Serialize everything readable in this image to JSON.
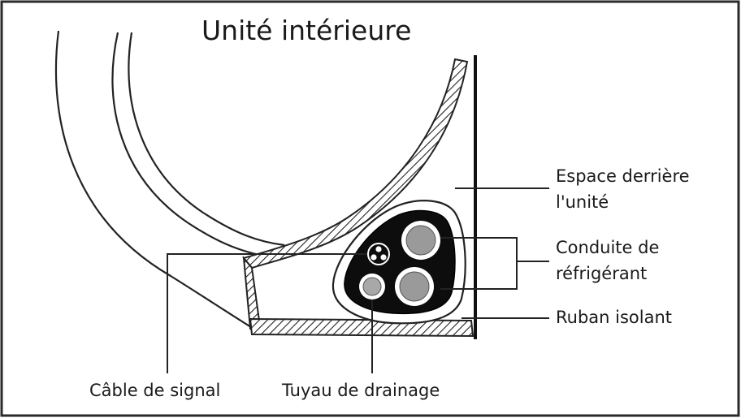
{
  "diagram": {
    "title": "Unité intérieure",
    "labels": {
      "rear_space_line1": "Espace derrière",
      "rear_space_line2": "l'unité",
      "refrigerant_line1": "Conduite de",
      "refrigerant_line2": "réfrigérant",
      "insulating_tape": "Ruban isolant",
      "signal_cable": "Câble de signal",
      "drain_pipe": "Tuyau de drainage"
    }
  }
}
